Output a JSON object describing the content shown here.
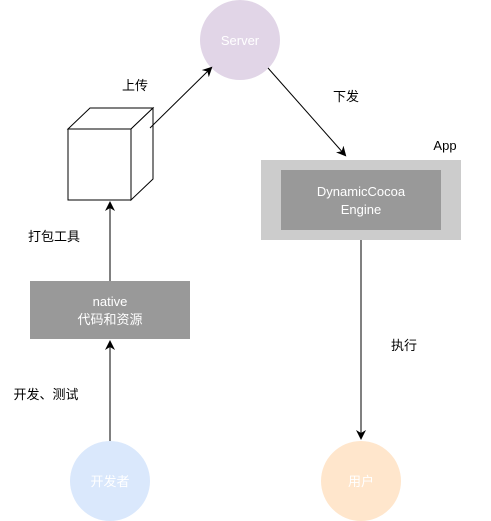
{
  "nodes": {
    "server": {
      "label": "Server",
      "fill": "#e1d5e7"
    },
    "developer": {
      "label": "开发者",
      "fill": "#dae8fc"
    },
    "user": {
      "label": "用户",
      "fill": "#ffe6cc"
    },
    "native": {
      "line1": "native",
      "line2": "代码和资源",
      "fill": "#999999"
    },
    "app": {
      "label": "App",
      "outer_fill": "#cccccc"
    },
    "engine": {
      "line1": "DynamicCocoa",
      "line2": "Engine",
      "fill": "#999999"
    }
  },
  "edges": {
    "upload": "上传",
    "dispatch": "下发",
    "package_tool": "打包工具",
    "dev_test": "开发、测试",
    "execute": "执行"
  },
  "colors": {
    "stroke": "#000000",
    "node_text": "#ffffff",
    "label_text": "#000000"
  }
}
